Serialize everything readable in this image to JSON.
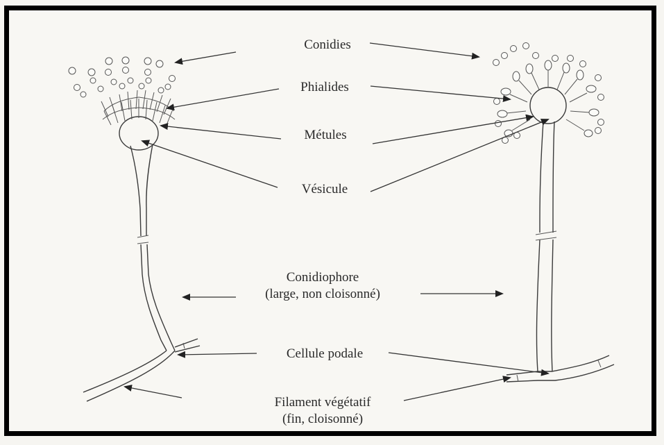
{
  "labels": {
    "conidies": "Conidies",
    "phialides": "Phialides",
    "metules": "Métules",
    "vesicule": "Vésicule",
    "conidiophore_line1": "Conidiophore",
    "conidiophore_line2": "(large, non cloisonné)",
    "cellule_podale": "Cellule podale",
    "filament_line1": "Filament végétatif",
    "filament_line2": "(fin, cloisonné)"
  },
  "colors": {
    "border": "#000000",
    "paper": "#f8f7f3",
    "ink": "#2a2a2a"
  }
}
